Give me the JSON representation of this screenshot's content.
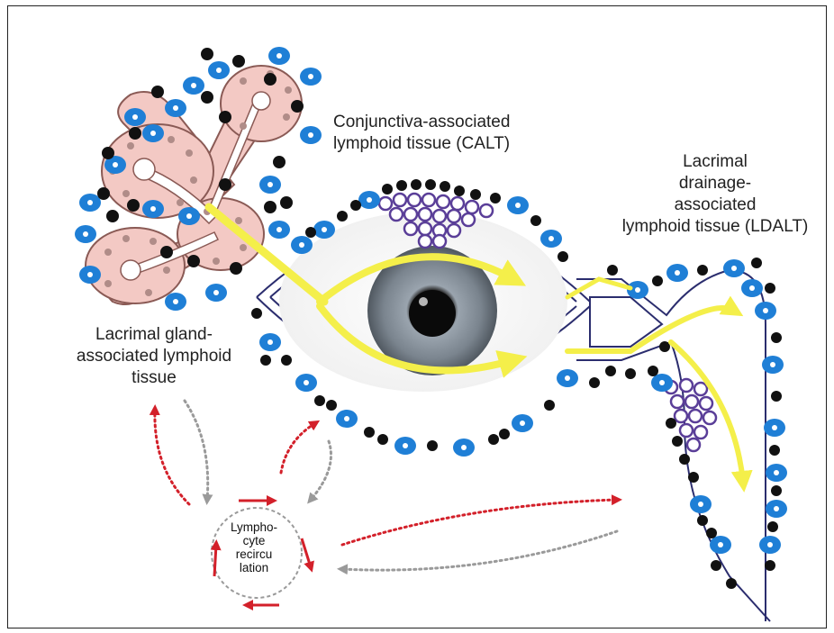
{
  "labels": {
    "calt": [
      "Conjunctiva-associated",
      "lymphoid tissue (CALT)"
    ],
    "ldalt": [
      "Lacrimal",
      "drainage-",
      "associated",
      "lymphoid tissue (LDALT)"
    ],
    "lgalt": [
      "Lacrimal gland-",
      "associated lymphoid",
      "tissue"
    ],
    "recirculation": [
      "Lympho-",
      "cyte",
      "recircu",
      "lation"
    ]
  },
  "colors": {
    "b_cell": "#1f7fd6",
    "t_cell": "#111111",
    "follicle": "#5a3e98",
    "flow_arrow": "#f4ef4a",
    "red_dotted": "#d3202a",
    "grey_dotted": "#9a9a9a",
    "gland_tissue": "#f3c9c4",
    "conjunctiva_line": "#2b2d6e"
  },
  "legend_icons": {
    "b_cell": "blue-cell-icon",
    "t_cell": "t-cell-icon"
  }
}
